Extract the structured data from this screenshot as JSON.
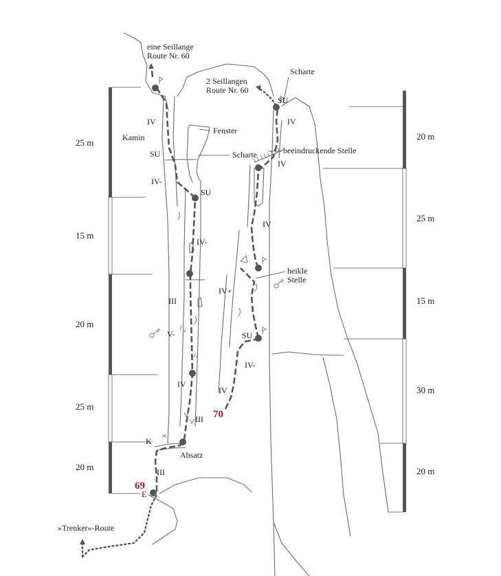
{
  "route_numbers": [
    {
      "id": "69",
      "color": "#b5121b"
    },
    {
      "id": "70",
      "color": "#b5121b"
    }
  ],
  "labels": {
    "top_left_line1": "eine Seillange",
    "top_left_line2": "Route Nr. 60",
    "top_right_line1": "2 Seillangen",
    "top_right_line2": "Route Nr. 60",
    "scharte_top": "Scharte",
    "su_top_right": "SU",
    "iv_1": "IV",
    "iv_2": "IV",
    "kamin": "Kamin",
    "fenster": "Fenster",
    "su_left": "SU",
    "scharte_mid": "Scharte",
    "beeindruckende": "beeindruckende Stelle",
    "iv_3": "IV",
    "iv_minus_1": "IV-",
    "su_mid": "SU",
    "iv_4": "IV",
    "iv_minus_2": "IV-",
    "heikle_1": "heikle",
    "heikle_2": "Stelle",
    "iv_plus": "IV+",
    "iii_1": "III",
    "v_minus": "V-",
    "su_low": "SU",
    "iv_minus_3": "IV-",
    "iv_5": "IV",
    "iv_6": "IV",
    "iii_2": "III",
    "k": "K",
    "absatz": "Absatz",
    "iii_3": "III",
    "e": "E",
    "trenker": "»Trenker«-Route"
  },
  "scale_left": [
    "25 m",
    "15 m",
    "20 m",
    "25 m",
    "20 m"
  ],
  "scale_right": [
    "20 m",
    "25 m",
    "15 m",
    "30 m",
    "20 m"
  ],
  "icons": [
    "key-icon",
    "key-icon",
    "belay-point-icon",
    "piton-icon",
    "arrow-up-icon"
  ]
}
